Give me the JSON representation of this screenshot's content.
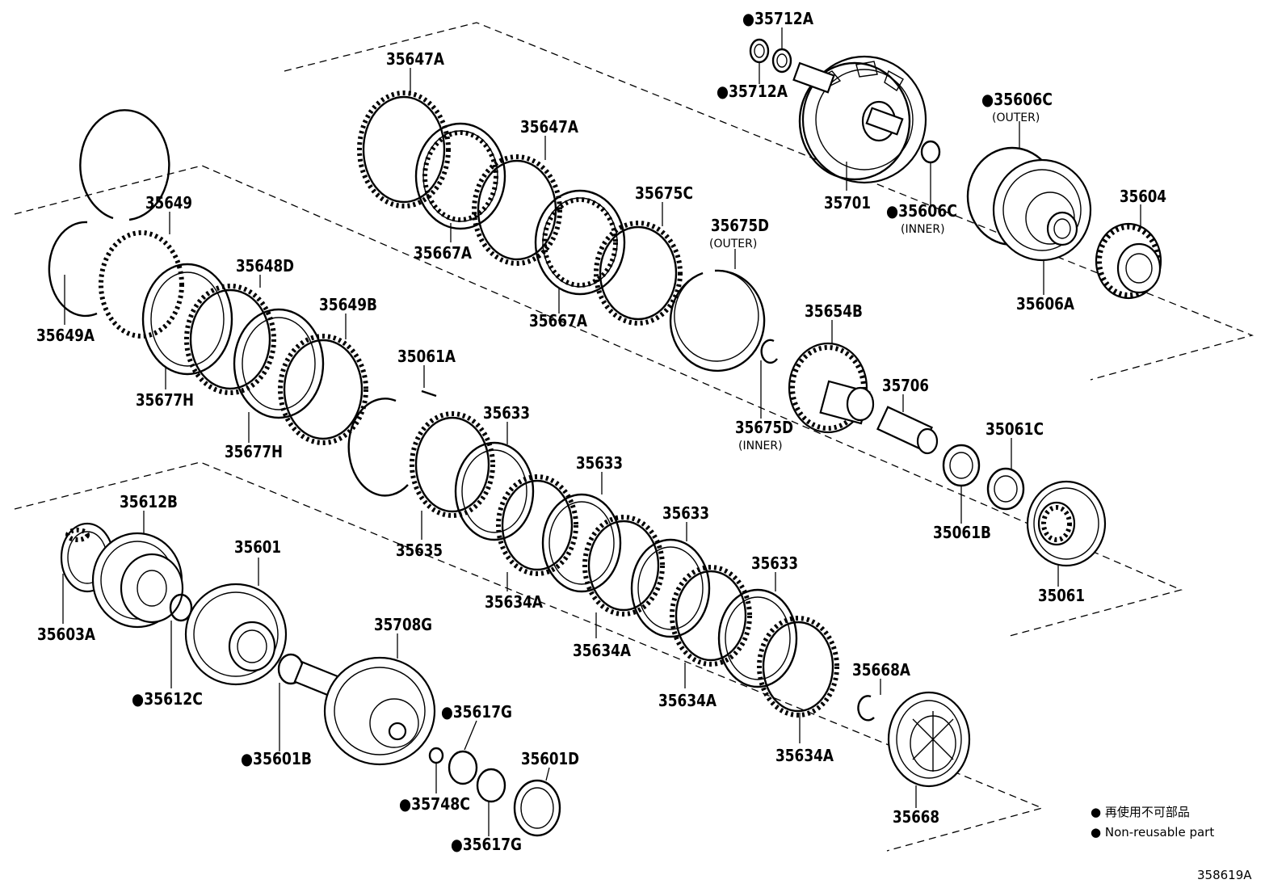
{
  "labels": {
    "p35712A_top": "●35712A",
    "p35712A_bot": "●35712A",
    "p35701": "35701",
    "p35606C_outer": "●35606C",
    "outer_1": "(OUTER)",
    "p35606C_inner": "●35606C",
    "inner_1": "(INNER)",
    "p35604": "35604",
    "p35606A": "35606A",
    "p35647A_1": "35647A",
    "p35647A_2": "35647A",
    "p35667A_1": "35667A",
    "p35667A_2": "35667A",
    "p35675C": "35675C",
    "p35675D_outer": "35675D",
    "outer_2": "(OUTER)",
    "p35675D_inner": "35675D",
    "inner_2": "(INNER)",
    "p35654B": "35654B",
    "p35706": "35706",
    "p35061C": "35061C",
    "p35061B": "35061B",
    "p35061": "35061",
    "p35649": "35649",
    "p35649A": "35649A",
    "p35648D": "35648D",
    "p35649B": "35649B",
    "p35677H_1": "35677H",
    "p35677H_2": "35677H",
    "p35061A": "35061A",
    "p35635": "35635",
    "p35633_1": "35633",
    "p35633_2": "35633",
    "p35633_3": "35633",
    "p35633_4": "35633",
    "p35634A_1": "35634A",
    "p35634A_2": "35634A",
    "p35634A_3": "35634A",
    "p35634A_4": "35634A",
    "p35668A": "35668A",
    "p35668": "35668",
    "p35612B": "35612B",
    "p35603A": "35603A",
    "p35601": "35601",
    "p35612C": "●35612C",
    "p35708G": "35708G",
    "p35601B": "●35601B",
    "p35617G_1": "●35617G",
    "p35617G_2": "●35617G",
    "p35748C": "●35748C",
    "p35601D": "35601D"
  },
  "legend": {
    "jp": "● 再使用不可部品",
    "en": "● Non-reusable part"
  },
  "reference": "358619A"
}
